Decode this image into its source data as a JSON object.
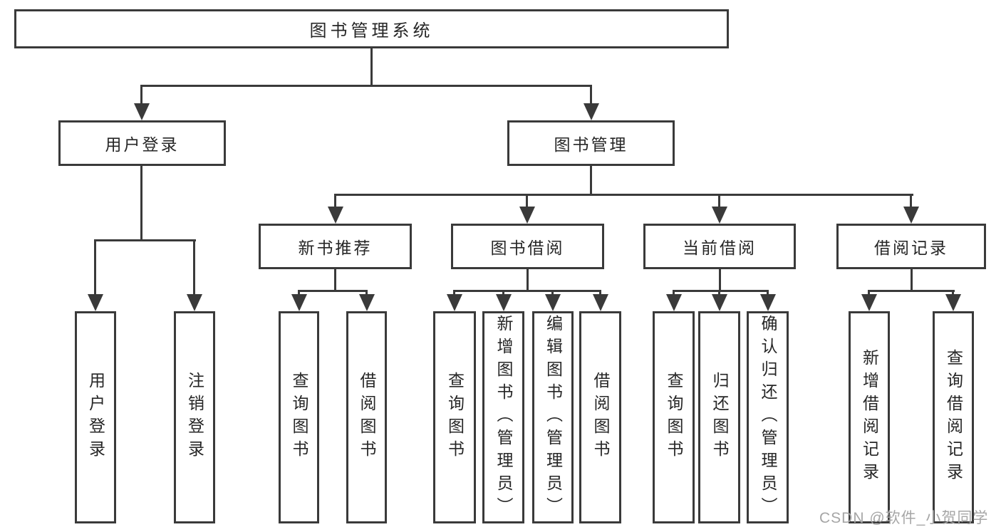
{
  "nodes": {
    "root": "图书管理系统",
    "level2": [
      "用户登录",
      "图书管理"
    ],
    "level3": [
      "新书推荐",
      "图书借阅",
      "当前借阅",
      "借阅记录"
    ],
    "leaves": [
      "用户登录",
      "注销登录",
      "查询图书",
      "借阅图书",
      "查询图书",
      "新增图书（管理员）",
      "编辑图书（管理员）",
      "借阅图书",
      "查询图书",
      "归还图书",
      "确认归还（管理员）",
      "新增借阅记录",
      "查询借阅记录"
    ]
  },
  "watermark": "CSDN @软件_小贺同学",
  "colors": {
    "line": "#3a3a3a",
    "text": "#262626",
    "watermark": "#a6a6a6",
    "background": "#ffffff"
  }
}
